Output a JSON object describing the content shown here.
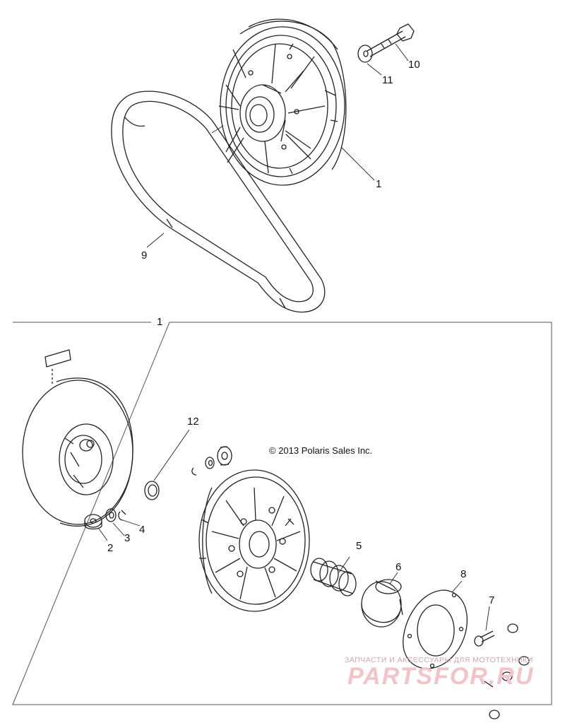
{
  "callouts": {
    "c1_top": "1",
    "c1_frame": "1",
    "c2": "2",
    "c3": "3",
    "c4": "4",
    "c5": "5",
    "c6": "6",
    "c7": "7",
    "c8": "8",
    "c9": "9",
    "c10": "10",
    "c11": "11",
    "c12": "12"
  },
  "copyright": "© 2013 Polaris Sales Inc.",
  "watermark": {
    "subtitle": "ЗАПЧАСТИ И АКСЕССУАРЫ ДЛЯ МОТОТЕХНИКИ",
    "logo": "PARTSFOR.RU"
  },
  "colors": {
    "line": "#222222",
    "frame": "#555555",
    "watermark": "#f2c4c8"
  }
}
